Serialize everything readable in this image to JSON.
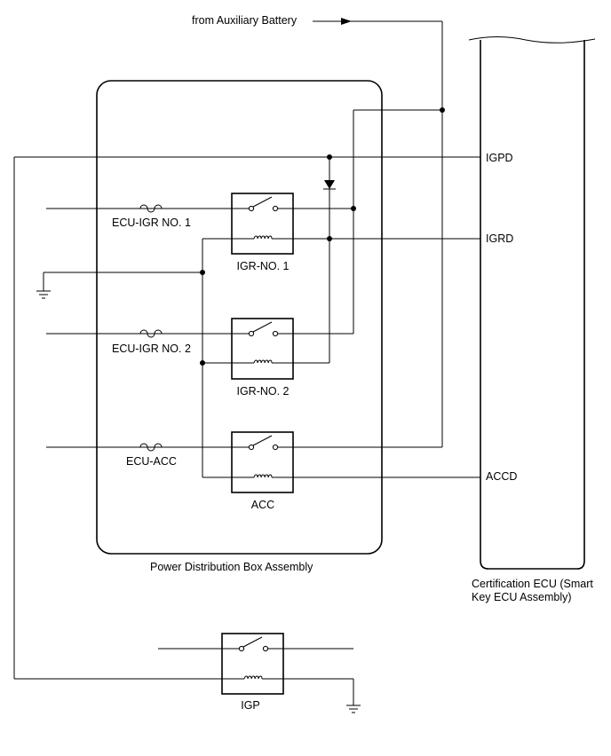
{
  "labels": {
    "aux_battery": "from Auxiliary Battery",
    "power_box": "Power Distribution Box Assembly",
    "ecu_line1": "Certification ECU (Smart",
    "ecu_line2": "Key ECU Assembly)"
  },
  "terminals": {
    "igpd": "IGPD",
    "igrd": "IGRD",
    "accd": "ACCD"
  },
  "fuses": {
    "fuse1": "ECU-IGR NO. 1",
    "fuse2": "ECU-IGR NO. 2",
    "fuse3": "ECU-ACC"
  },
  "relays": {
    "relay1": "IGR-NO. 1",
    "relay2": "IGR-NO. 2",
    "relay3": "ACC",
    "relay4": "IGP"
  }
}
